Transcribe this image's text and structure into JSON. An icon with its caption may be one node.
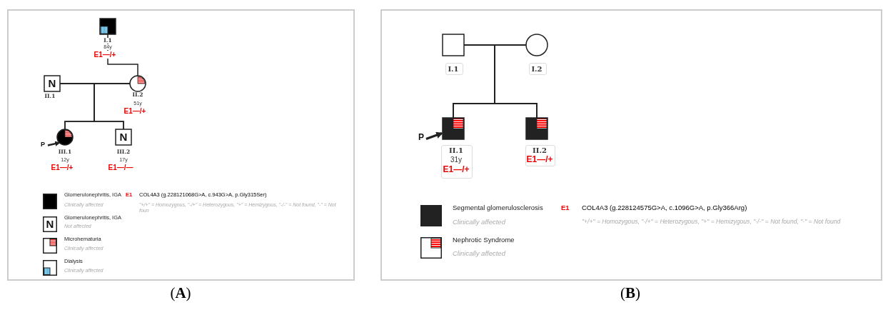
{
  "diagram": {
    "nodes": [
      {
        "text": [
          "I.1",
          "84y",
          "E1—/+"
        ]
      },
      {
        "text": [
          "N",
          "II.1"
        ]
      },
      {
        "text": [
          "II.2",
          "51y",
          "E1—/+"
        ]
      },
      {
        "text": [
          "P"
        ]
      },
      {
        "text": [
          "III.1",
          "12y",
          "E1—/+"
        ]
      },
      {
        "text": [
          "N",
          "III.2",
          "17y",
          "E1—/—"
        ]
      },
      {
        "text": [
          "I.1"
        ]
      },
      {
        "text": [
          "I.2"
        ]
      },
      {
        "text": [
          "P"
        ]
      },
      {
        "text": [
          "II.1",
          "31y",
          "E1—/+"
        ]
      },
      {
        "text": [
          "II.2",
          "E1—/+"
        ]
      }
    ],
    "edges": [
      {
        "from": 0,
        "to": 2,
        "arrow": "none"
      },
      {
        "from": 1,
        "to": 2,
        "arrow": "none"
      },
      {
        "from": 1,
        "to": 4,
        "arrow": "none"
      },
      {
        "from": 1,
        "to": 5,
        "arrow": "none"
      },
      {
        "from": 2,
        "to": 4,
        "arrow": "none"
      },
      {
        "from": 2,
        "to": 5,
        "arrow": "none"
      },
      {
        "from": 3,
        "to": 4,
        "arrow": "to"
      },
      {
        "from": 6,
        "to": 7,
        "arrow": "none"
      },
      {
        "from": 6,
        "to": 9,
        "arrow": "none"
      },
      {
        "from": 6,
        "to": 10,
        "arrow": "none"
      },
      {
        "from": 7,
        "to": 9,
        "arrow": "none"
      },
      {
        "from": 7,
        "to": 10,
        "arrow": "none"
      },
      {
        "from": 8,
        "to": 9,
        "arrow": "to"
      }
    ],
    "labels": [
      "E1",
      "COL4A3 (g.228121068G>A, c.943G>A, p.Gly315Ser)",
      "Clinically affected",
      "\"+/+\" = Homozygous, \"-/+\" = Heterozygous, \"+\" = Hemizygous, \"-/-\" = Not found, \"-\" = Not foun",
      "N",
      "Not affected",
      "Clinically affected",
      "Clinically affected",
      "E1",
      "COL4A3 (g.228124575G>A, c.1096G>A, p.Gly366Arg)",
      "Clinically affected",
      "\"+/+\" = Homozygous, \"-/+\" = Heterozygous, \"+\" = Hemizygous, \"-/-\" = Not found, \"-\" = Not found",
      "Clinically affected",
      "(**A**)",
      "(**B**)"
    ],
    "legend": [
      {
        "text": "Glomerulonephritis, IGA"
      },
      {
        "text": "Glomerulonephritis, IGA"
      },
      {
        "text": "Microhematuria"
      },
      {
        "text": "Dialysis"
      },
      {
        "text": "Segmental glomerulosclerosis"
      },
      {
        "text": "Nephrotic Syndrome"
      }
    ]
  }
}
